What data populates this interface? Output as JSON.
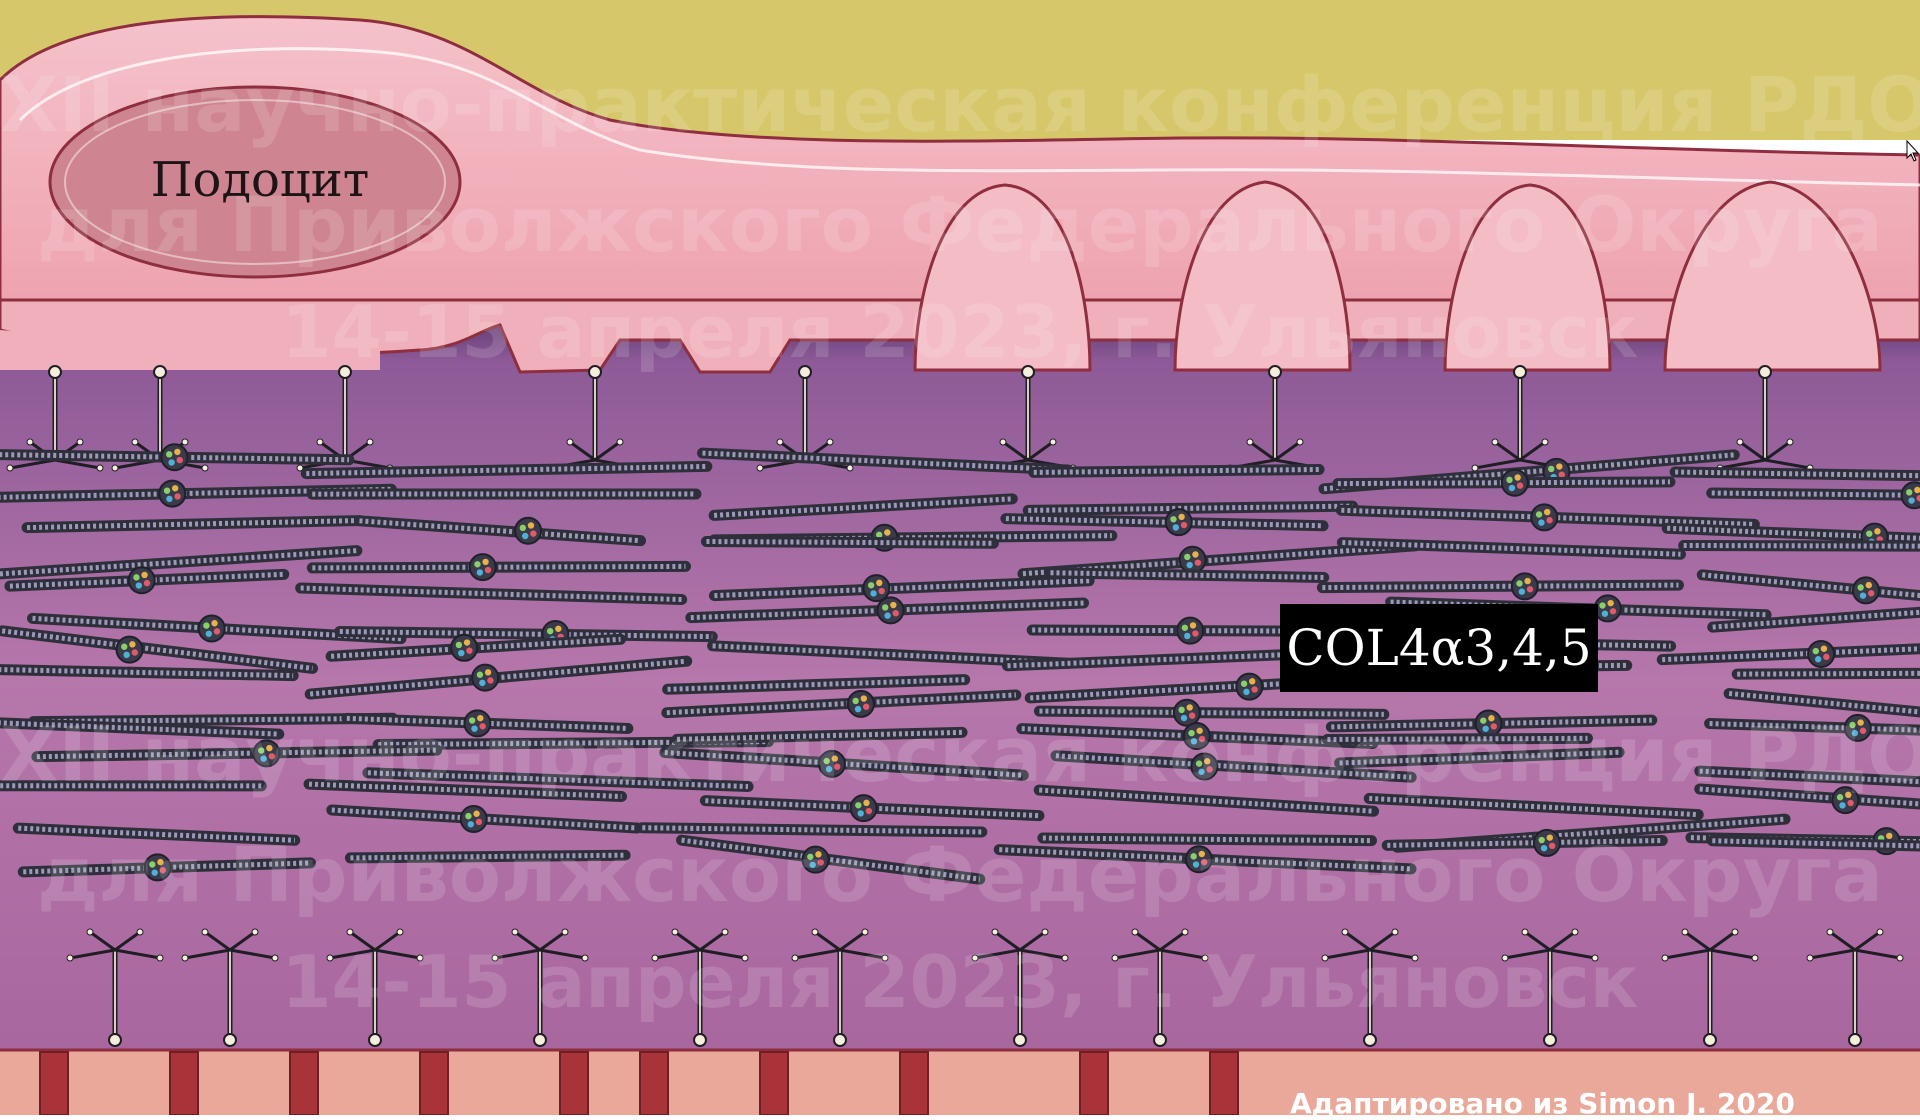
{
  "diagram": {
    "podocyte_label": "Подоцит",
    "collagen_label": "COL4α3,4,5",
    "credit": "Адаптировано из Simon J. 2020"
  },
  "watermark": {
    "line1": "XII научно-практическая конференция РДО",
    "line2": "для Приволжского Федерального Округа",
    "line3": "14-15 апреля 2023, г. Ульяновск"
  },
  "colors": {
    "background_top": "#d6c76a",
    "podocyte": "#f2b3bd",
    "podocyte_outline": "#8e2e3e",
    "nucleus": "#cf8591",
    "membrane": "#b574a8",
    "membrane_dark": "#5e3569",
    "collagen": "#3a3a4a",
    "endothelium": "#e9a89a",
    "endothelium_stripe": "#a8343a"
  }
}
